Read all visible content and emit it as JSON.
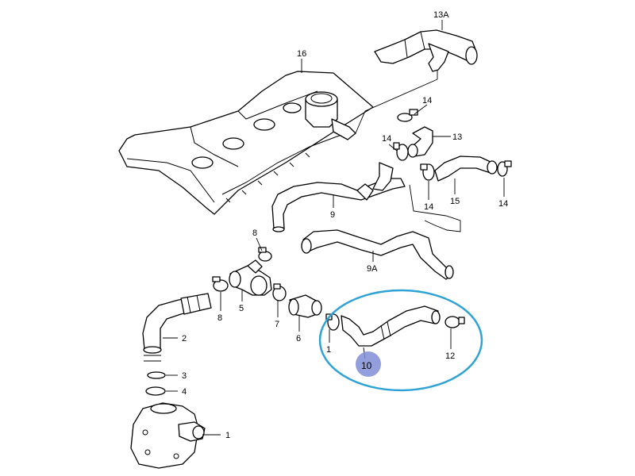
{
  "diagram": {
    "callouts": {
      "c1": "1",
      "c1b": "1",
      "c2": "2",
      "c3": "3",
      "c4": "4",
      "c5": "5",
      "c6": "6",
      "c7": "7",
      "c8a": "8",
      "c8b": "8",
      "c9": "9",
      "c9a": "9A",
      "c10": "10",
      "c12": "12",
      "c13": "13",
      "c13a": "13A",
      "c14a": "14",
      "c14b": "14",
      "c14c": "14",
      "c14d": "14",
      "c15": "15",
      "c16": "16"
    },
    "highlight": {
      "ring_color": "#2fa3d6",
      "marker_color": "#7f8ed6"
    }
  }
}
